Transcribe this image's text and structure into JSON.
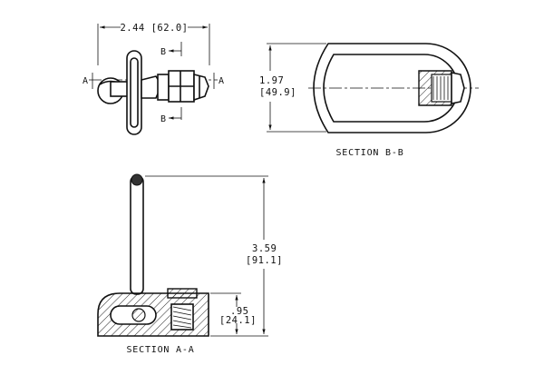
{
  "views": {
    "top": {
      "width_dim": "2.44 [62.0]",
      "section_marker": "B",
      "section_marker_2": "A"
    },
    "section_bb": {
      "height_dim_in": "1.97",
      "height_dim_mm": "[49.9]",
      "label": "SECTION B-B"
    },
    "section_aa": {
      "height_dim_in": "3.59",
      "height_dim_mm": "[91.1]",
      "base_dim_in": ".95",
      "base_dim_mm": "[24.1]",
      "label": "SECTION A-A"
    }
  }
}
